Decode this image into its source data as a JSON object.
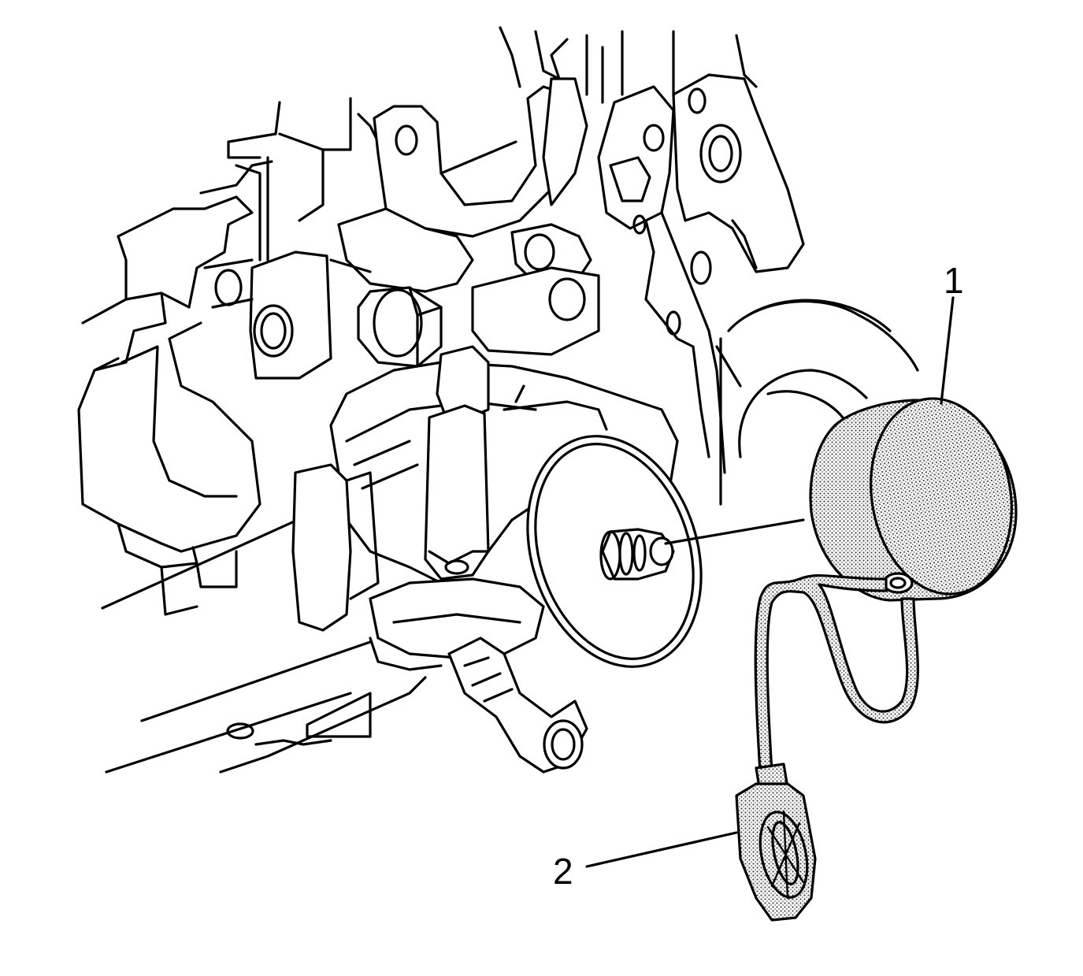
{
  "callouts": [
    {
      "id": "1",
      "label": "1"
    },
    {
      "id": "2",
      "label": "2"
    }
  ],
  "colors": {
    "line": "#000000",
    "background": "#ffffff",
    "shading": "#cfcfcf"
  }
}
